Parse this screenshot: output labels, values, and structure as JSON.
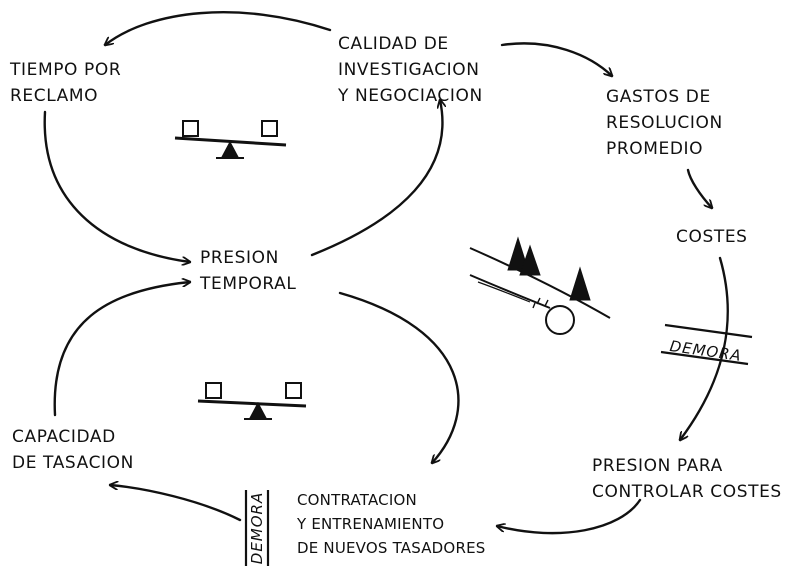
{
  "nodes": {
    "calidad": [
      "CALIDAD DE",
      "INVESTIGACION",
      "Y NEGOCIACION"
    ],
    "tiempo": [
      "TIEMPO POR",
      "RECLAMO"
    ],
    "gastos": [
      "GASTOS DE",
      "RESOLUCION",
      "PROMEDIO"
    ],
    "costes": [
      "COSTES"
    ],
    "presion_temporal": [
      "PRESION",
      "TEMPORAL"
    ],
    "presion_costes": [
      "PRESION PARA",
      "CONTROLAR COSTES"
    ],
    "capacidad": [
      "CAPACIDAD",
      "DE TASACION"
    ],
    "contratacion": [
      "CONTRATACION",
      "Y ENTRENAMIENTO",
      "DE NUEVOS TASADORES"
    ]
  },
  "delays": {
    "costes_delay": "DEMORA",
    "contratacion_delay": "DEMORA"
  },
  "loop_icons": {
    "upper": "balance-loop-icon",
    "lower": "balance-loop-icon",
    "side": "snowball-loop-icon"
  },
  "colors": {
    "ink": "#111111",
    "background": "#ffffff"
  }
}
